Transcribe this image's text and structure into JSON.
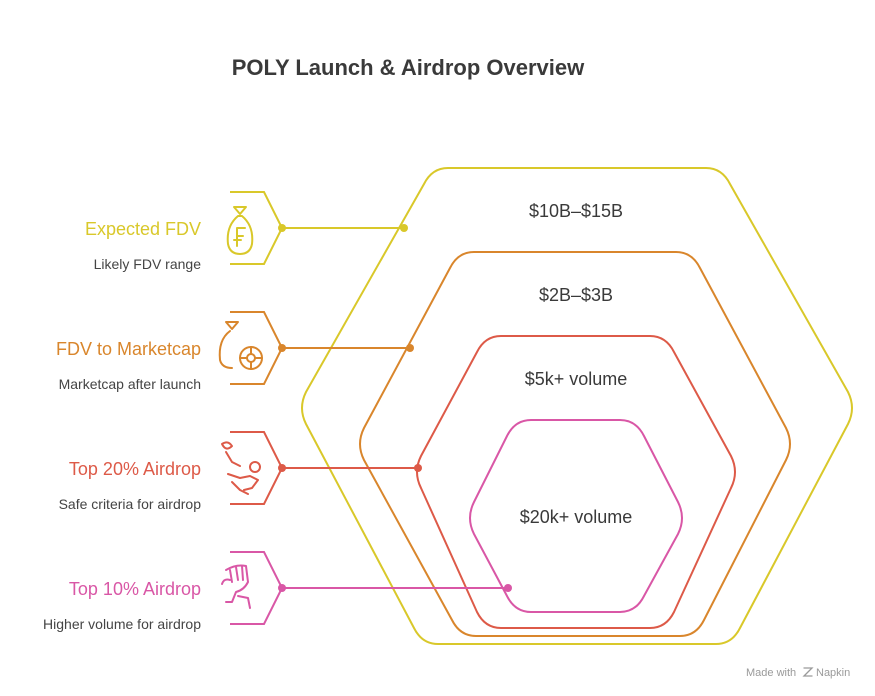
{
  "title": "POLY Launch & Airdrop Overview",
  "levels": [
    {
      "label": "Expected FDV",
      "description": "Likely FDV range",
      "value": "$10B–$15B",
      "color": "#d9c82a",
      "icon": "money-bag-icon"
    },
    {
      "label": "FDV to Marketcap",
      "description": "Marketcap after launch",
      "value": "$2B–$3B",
      "color": "#d9862c",
      "icon": "bag-with-coin-icon"
    },
    {
      "label": "Top 20% Airdrop",
      "description": "Safe criteria for airdrop",
      "value": "$5k+ volume",
      "color": "#dd5a48",
      "icon": "hand-giving-icon"
    },
    {
      "label": "Top 10% Airdrop",
      "description": "Higher volume for airdrop",
      "value": "$20k+ volume",
      "color": "#d957a6",
      "icon": "raised-fist-icon"
    }
  ],
  "footer": {
    "made_with": "Made with",
    "brand": "Napkin"
  }
}
